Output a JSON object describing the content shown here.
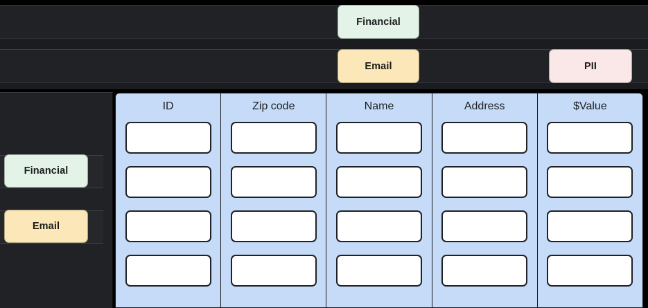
{
  "background_colors": {
    "page": "#000000",
    "dark_band": "#212226",
    "table_column": "#c5dbf7",
    "cell": "#ffffff"
  },
  "tag_colors": {
    "financial": "#e3f3e8",
    "email": "#fbe7b8",
    "pii": "#fae7e7"
  },
  "top_rows": [
    {
      "row_index": 1,
      "tags": [
        {
          "label": "Financial",
          "color_key": "financial"
        }
      ]
    },
    {
      "row_index": 2,
      "tags": [
        {
          "label": "Email",
          "color_key": "email"
        },
        {
          "label": "PII",
          "color_key": "pii"
        }
      ]
    }
  ],
  "sidebar": {
    "tags": [
      {
        "label": "Financial",
        "color_key": "financial"
      },
      {
        "label": "Email",
        "color_key": "email"
      }
    ]
  },
  "table": {
    "columns": [
      {
        "header": "ID",
        "cells": [
          "",
          "",
          "",
          ""
        ]
      },
      {
        "header": "Zip code",
        "cells": [
          "",
          "",
          "",
          ""
        ]
      },
      {
        "header": "Name",
        "cells": [
          "",
          "",
          "",
          ""
        ]
      },
      {
        "header": "Address",
        "cells": [
          "",
          "",
          "",
          ""
        ]
      },
      {
        "header": "$Value",
        "cells": [
          "",
          "",
          "",
          ""
        ]
      }
    ],
    "row_count": 4
  }
}
